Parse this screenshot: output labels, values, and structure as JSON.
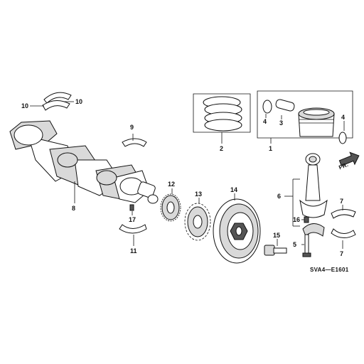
{
  "labels": {
    "l1": "1",
    "l2": "2",
    "l3": "3",
    "l4a": "4",
    "l4b": "4",
    "l5": "5",
    "l6": "6",
    "l7a": "7",
    "l7b": "7",
    "l8": "8",
    "l9": "9",
    "l10a": "10",
    "l10b": "10",
    "l11": "11",
    "l12": "12",
    "l13": "13",
    "l14": "14",
    "l15": "15",
    "l16": "16",
    "l17": "17"
  },
  "direction_label": "FR.",
  "diagram_code": "SVA4—E1601"
}
